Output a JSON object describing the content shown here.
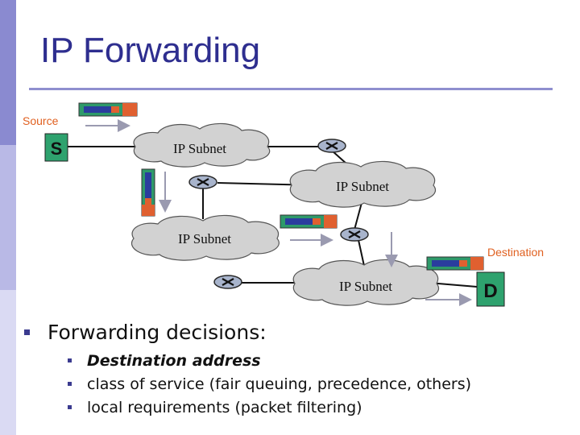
{
  "title": "IP Forwarding",
  "diagram": {
    "source_label": "Source",
    "source_node": "S",
    "destination_label": "Destination",
    "destination_node": "D",
    "subnets": [
      "IP Subnet",
      "IP Subnet",
      "IP Subnet",
      "IP Subnet"
    ]
  },
  "bullets": {
    "main": "Forwarding decisions:",
    "items": [
      "Destination address",
      "class of service (fair queuing, precedence, others)",
      "local requirements (packet filtering)"
    ]
  },
  "colors": {
    "title": "#2e2e8f",
    "node_fill": "#2ea26e",
    "packet_fill": "#2e9a6a",
    "packet_header": "#e06030",
    "accent_text": "#e06020"
  }
}
